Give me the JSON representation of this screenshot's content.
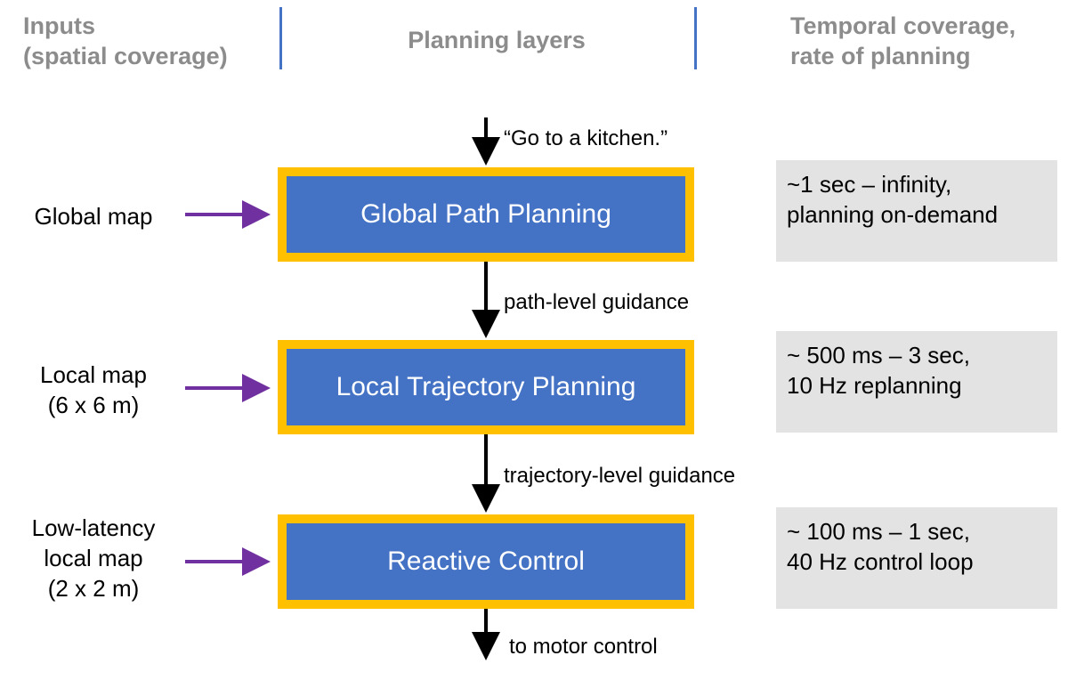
{
  "headers": {
    "inputs": "Inputs\n(spatial coverage)",
    "planning_layers": "Planning layers",
    "temporal": "Temporal coverage,\nrate of planning"
  },
  "command": "“Go to a kitchen.”",
  "layers": [
    {
      "name": "Global Path Planning",
      "input": "Global map",
      "temporal": "~1 sec – infinity,\nplanning on-demand"
    },
    {
      "name": "Local Trajectory Planning",
      "input": "Local map\n(6 x 6 m)",
      "temporal": "~ 500 ms – 3 sec,\n10 Hz replanning"
    },
    {
      "name": "Reactive Control",
      "input": "Low-latency\nlocal map\n(2 x 2 m)",
      "temporal": "~ 100 ms – 1 sec,\n40 Hz control loop"
    }
  ],
  "guidance": {
    "path_level": "path-level guidance",
    "trajectory_level": "trajectory-level guidance",
    "output": "to motor control"
  },
  "colors": {
    "header_text": "#8c8c8c",
    "divider": "#4472c4",
    "block_fill": "#4472c4",
    "block_border": "#ffc000",
    "input_arrow": "#7030a0",
    "temporal_box": "#e3e3e3"
  }
}
